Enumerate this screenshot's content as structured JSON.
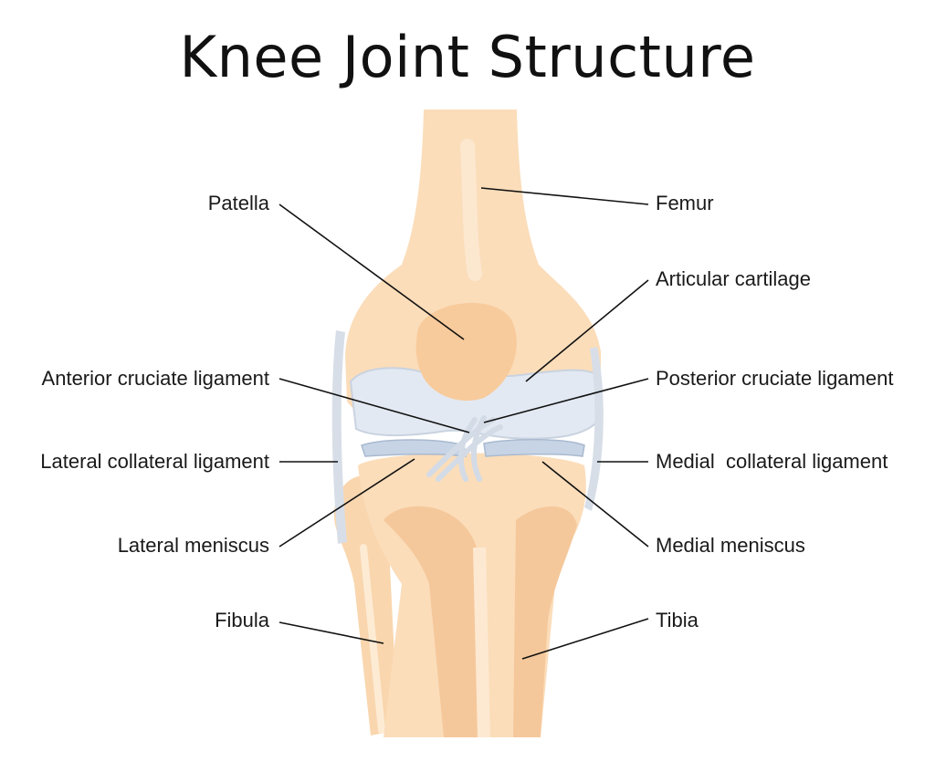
{
  "title": "Knee Joint Structure",
  "colors": {
    "bone_light": "#FCE3C4",
    "bone_mid": "#F8D1A6",
    "bone_shadow": "#F2BE8E",
    "cartilage": "#E3E9F2",
    "cartilage_edge": "#C9D3E0",
    "ligament": "#D7DEE8",
    "leader_line": "#111111"
  },
  "labels": {
    "left": {
      "patella": "Patella",
      "anterior_cruciate": "Anterior cruciate ligament",
      "lateral_collateral": "Lateral collateral ligament",
      "lateral_meniscus": "Lateral meniscus",
      "fibula": "Fibula"
    },
    "right": {
      "femur": "Femur",
      "articular_cartilage": "Articular cartilage",
      "posterior_cruciate": "Posterior cruciate ligament",
      "medial_collateral": "Medial  collateral ligament",
      "medial_meniscus": "Medial meniscus",
      "tibia": "Tibia"
    }
  }
}
